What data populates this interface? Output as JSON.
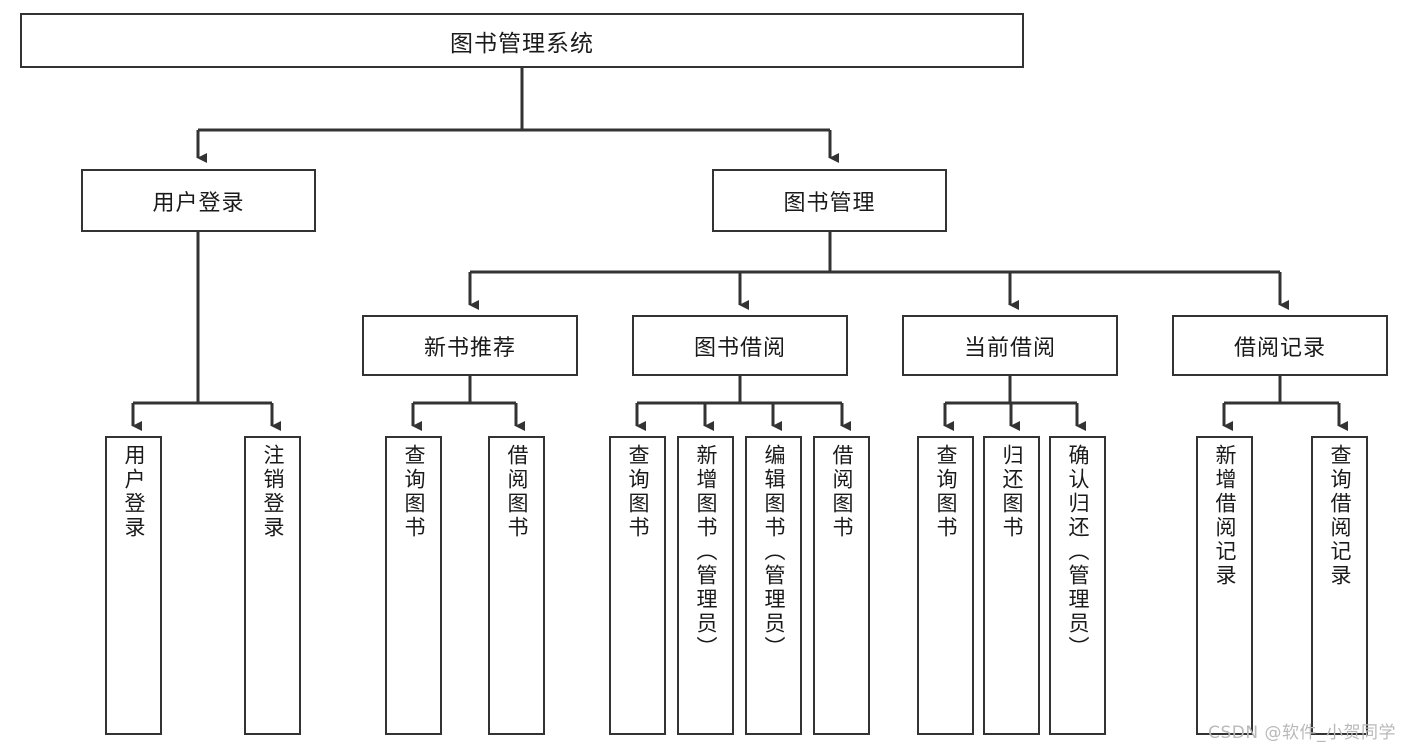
{
  "diagram": {
    "title": "图书管理系统",
    "type": "tree",
    "watermark": "CSDN @软件_小贺同学",
    "colors": {
      "stroke": "#333333",
      "box_fill": "#ffffff",
      "text": "#1a1a1a",
      "watermark": "#b9b9b9",
      "background": "#ffffff"
    },
    "nodes": {
      "root": {
        "label": "图书管理系统"
      },
      "level2": [
        {
          "label": "用户登录"
        },
        {
          "label": "图书管理"
        }
      ],
      "level3": [
        {
          "label": "新书推荐"
        },
        {
          "label": "图书借阅"
        },
        {
          "label": "当前借阅"
        },
        {
          "label": "借阅记录"
        }
      ],
      "leaves": {
        "user_login": [
          {
            "label": "用户登录"
          },
          {
            "label": "注销登录"
          }
        ],
        "new_book": [
          {
            "label": "查询图书"
          },
          {
            "label": "借阅图书"
          }
        ],
        "book_borrow": [
          {
            "label": "查询图书"
          },
          {
            "label": "新增图书（管理员）"
          },
          {
            "label": "编辑图书（管理员）"
          },
          {
            "label": "借阅图书"
          }
        ],
        "current_borrow": [
          {
            "label": "查询图书"
          },
          {
            "label": "归还图书"
          },
          {
            "label": "确认归还（管理员）"
          }
        ],
        "borrow_record": [
          {
            "label": "新增借阅记录"
          },
          {
            "label": "查询借阅记录"
          }
        ]
      }
    }
  }
}
